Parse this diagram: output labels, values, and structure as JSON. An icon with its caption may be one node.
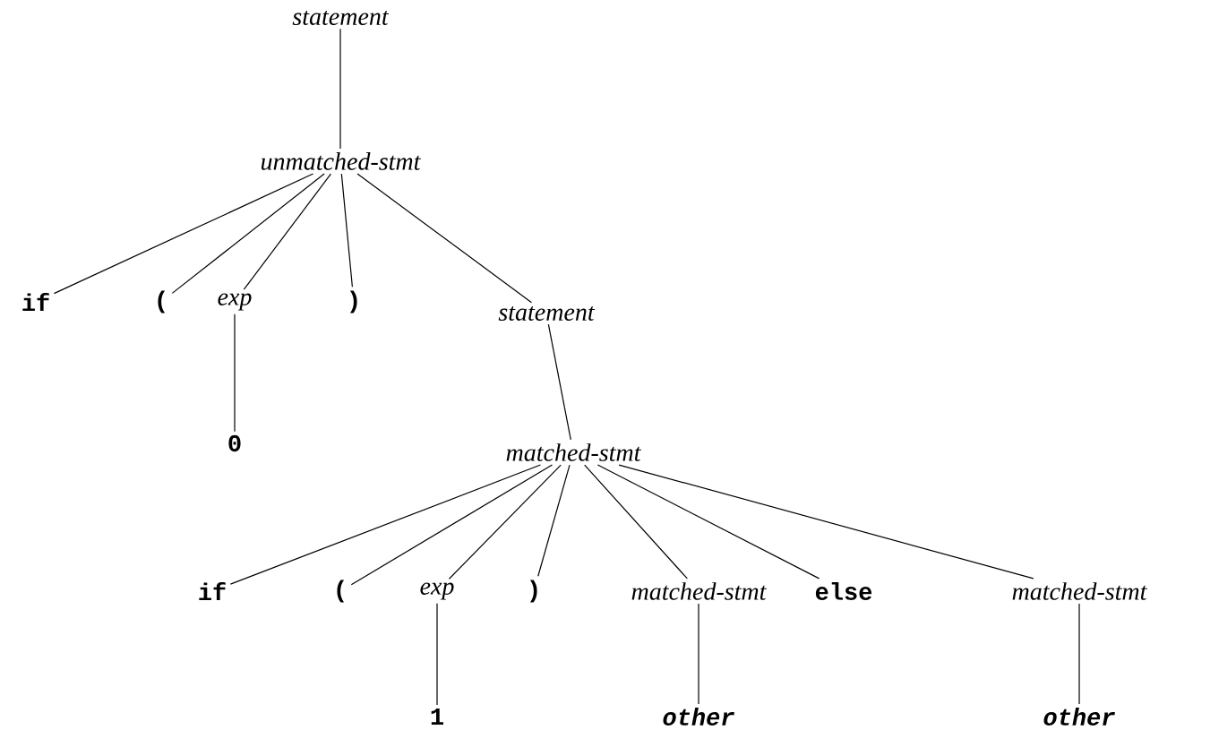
{
  "diagram": {
    "nodes": [
      {
        "text": [
          "statement"
        ]
      },
      {
        "text": [
          "unmatched-stmt"
        ]
      },
      {
        "text": [
          "if"
        ]
      },
      {
        "text": [
          "("
        ]
      },
      {
        "text": [
          "exp"
        ]
      },
      {
        "text": [
          ")"
        ]
      },
      {
        "text": [
          "statement"
        ]
      },
      {
        "text": [
          "0"
        ]
      },
      {
        "text": [
          "matched-stmt"
        ]
      },
      {
        "text": [
          "if"
        ]
      },
      {
        "text": [
          "("
        ]
      },
      {
        "text": [
          "exp"
        ]
      },
      {
        "text": [
          ")"
        ]
      },
      {
        "text": [
          "matched-stmt"
        ]
      },
      {
        "text": [
          "else"
        ]
      },
      {
        "text": [
          "matched-stmt"
        ]
      },
      {
        "text": [
          "1"
        ]
      },
      {
        "text": [
          "other"
        ]
      },
      {
        "text": [
          "other"
        ]
      }
    ],
    "edges": [
      {
        "from": 0,
        "to": 1,
        "arrow": "none"
      },
      {
        "from": 1,
        "to": 2,
        "arrow": "none"
      },
      {
        "from": 1,
        "to": 3,
        "arrow": "none"
      },
      {
        "from": 1,
        "to": 4,
        "arrow": "none"
      },
      {
        "from": 1,
        "to": 5,
        "arrow": "none"
      },
      {
        "from": 1,
        "to": 6,
        "arrow": "none"
      },
      {
        "from": 4,
        "to": 7,
        "arrow": "none"
      },
      {
        "from": 6,
        "to": 8,
        "arrow": "none"
      },
      {
        "from": 8,
        "to": 9,
        "arrow": "none"
      },
      {
        "from": 8,
        "to": 10,
        "arrow": "none"
      },
      {
        "from": 8,
        "to": 11,
        "arrow": "none"
      },
      {
        "from": 8,
        "to": 12,
        "arrow": "none"
      },
      {
        "from": 8,
        "to": 13,
        "arrow": "none"
      },
      {
        "from": 8,
        "to": 14,
        "arrow": "none"
      },
      {
        "from": 8,
        "to": 15,
        "arrow": "none"
      },
      {
        "from": 11,
        "to": 16,
        "arrow": "none"
      },
      {
        "from": 13,
        "to": 17,
        "arrow": "none"
      },
      {
        "from": 15,
        "to": 18,
        "arrow": "none"
      }
    ]
  }
}
